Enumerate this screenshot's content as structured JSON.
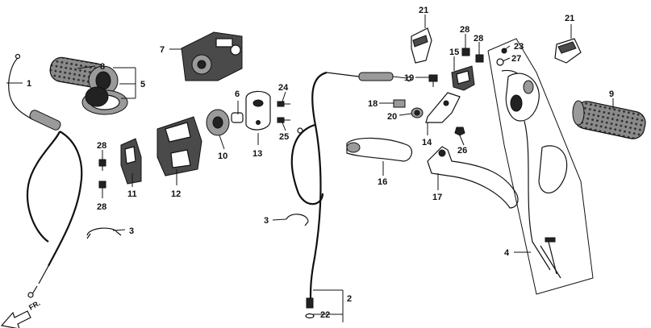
{
  "callouts": [
    {
      "id": "c1",
      "text": "1"
    },
    {
      "id": "c2",
      "text": "2"
    },
    {
      "id": "c3a",
      "text": "3"
    },
    {
      "id": "c3b",
      "text": "3"
    },
    {
      "id": "c4",
      "text": "4"
    },
    {
      "id": "c5",
      "text": "5"
    },
    {
      "id": "c6",
      "text": "6"
    },
    {
      "id": "c7",
      "text": "7"
    },
    {
      "id": "c8",
      "text": "8"
    },
    {
      "id": "c9",
      "text": "9"
    },
    {
      "id": "c10",
      "text": "10"
    },
    {
      "id": "c11",
      "text": "11"
    },
    {
      "id": "c12",
      "text": "12"
    },
    {
      "id": "c13",
      "text": "13"
    },
    {
      "id": "c14",
      "text": "14"
    },
    {
      "id": "c15",
      "text": "15"
    },
    {
      "id": "c16",
      "text": "16"
    },
    {
      "id": "c17",
      "text": "17"
    },
    {
      "id": "c18",
      "text": "18"
    },
    {
      "id": "c19",
      "text": "19"
    },
    {
      "id": "c20",
      "text": "20"
    },
    {
      "id": "c21a",
      "text": "21"
    },
    {
      "id": "c21b",
      "text": "21"
    },
    {
      "id": "c22",
      "text": "22"
    },
    {
      "id": "c23",
      "text": "23"
    },
    {
      "id": "c24",
      "text": "24"
    },
    {
      "id": "c25",
      "text": "25"
    },
    {
      "id": "c26",
      "text": "26"
    },
    {
      "id": "c27",
      "text": "27"
    },
    {
      "id": "c28a",
      "text": "28"
    },
    {
      "id": "c28b",
      "text": "28"
    },
    {
      "id": "c28c",
      "text": "28"
    },
    {
      "id": "c28d",
      "text": "28"
    }
  ],
  "front_arrow": "FR.",
  "colors": {
    "ink": "#111111",
    "shade": "#4a4a4a",
    "light": "#9a9a9a",
    "paper": "#ffffff"
  }
}
